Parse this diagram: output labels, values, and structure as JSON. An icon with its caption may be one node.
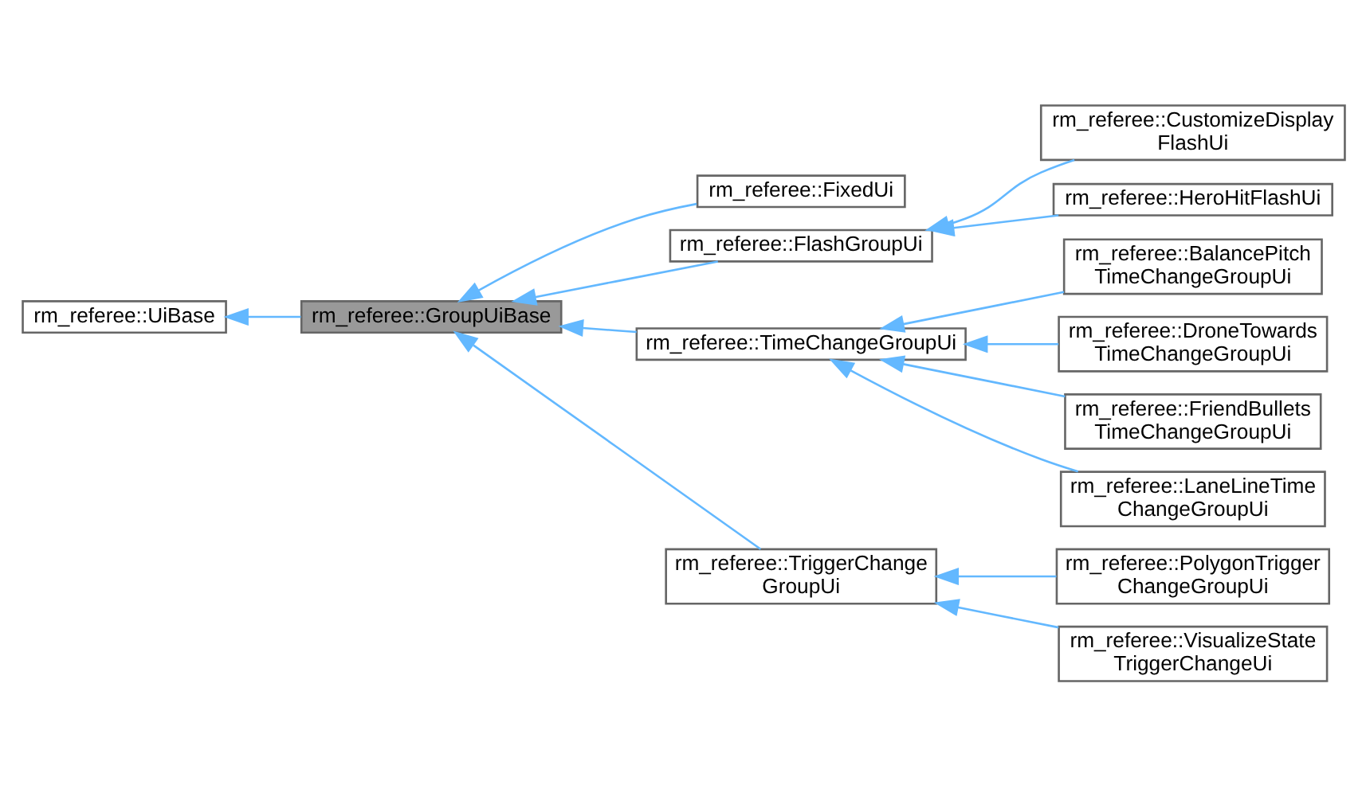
{
  "diagram": {
    "nodes": [
      {
        "text": [
          "rm_referee::UiBase"
        ]
      },
      {
        "text": [
          "rm_referee::GroupUiBase"
        ]
      },
      {
        "text": [
          "rm_referee::FixedUi"
        ]
      },
      {
        "text": [
          "rm_referee::FlashGroupUi"
        ]
      },
      {
        "text": [
          "rm_referee::TimeChangeGroupUi"
        ]
      },
      {
        "text": [
          "rm_referee::TriggerChange GroupUi"
        ]
      },
      {
        "text": [
          "rm_referee::CustomizeDisplay FlashUi"
        ]
      },
      {
        "text": [
          "rm_referee::HeroHitFlashUi"
        ]
      },
      {
        "text": [
          "rm_referee::BalancePitch TimeChangeGroupUi"
        ]
      },
      {
        "text": [
          "rm_referee::DroneTowards TimeChangeGroupUi"
        ]
      },
      {
        "text": [
          "rm_referee::FriendBullets TimeChangeGroupUi"
        ]
      },
      {
        "text": [
          "rm_referee::LaneLineTime ChangeGroupUi"
        ]
      },
      {
        "text": [
          "rm_referee::PolygonTrigger ChangeGroupUi"
        ]
      },
      {
        "text": [
          "rm_referee::VisualizeState TriggerChangeUi"
        ]
      }
    ],
    "edges": [
      {
        "from": 1,
        "to": 0,
        "arrow": "to"
      },
      {
        "from": 2,
        "to": 1,
        "arrow": "to"
      },
      {
        "from": 3,
        "to": 1,
        "arrow": "to"
      },
      {
        "from": 4,
        "to": 1,
        "arrow": "to"
      },
      {
        "from": 5,
        "to": 1,
        "arrow": "to"
      },
      {
        "from": 6,
        "to": 3,
        "arrow": "to"
      },
      {
        "from": 7,
        "to": 3,
        "arrow": "to"
      },
      {
        "from": 8,
        "to": 4,
        "arrow": "to"
      },
      {
        "from": 9,
        "to": 4,
        "arrow": "to"
      },
      {
        "from": 10,
        "to": 4,
        "arrow": "to"
      },
      {
        "from": 11,
        "to": 4,
        "arrow": "to"
      },
      {
        "from": 12,
        "to": 5,
        "arrow": "to"
      },
      {
        "from": 13,
        "to": 5,
        "arrow": "to"
      }
    ]
  }
}
